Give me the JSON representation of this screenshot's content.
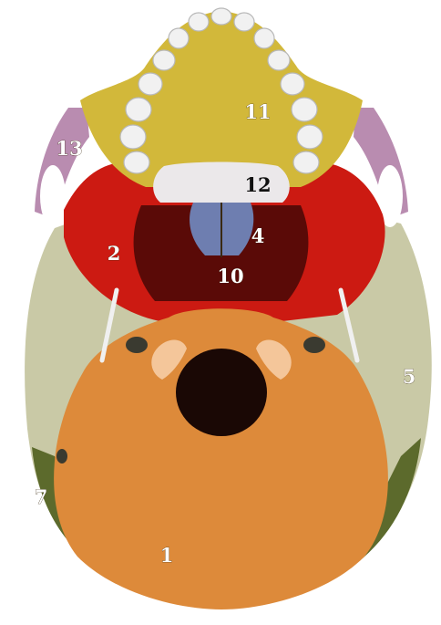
{
  "figure": {
    "subject": "Inferior view of the skull (base of skull) with colour-coded bones",
    "colors": {
      "occipital": "#dd8a3a",
      "temporal": "#c9c9a6",
      "sphenoid": "#cc1a12",
      "maxilla_palatine": "#d2b83a",
      "zygomatic": "#b98cb0",
      "vomer": "#6e7eb0",
      "palatine_strip": "#ebe8ea",
      "parietal": "#5c6a2c",
      "teeth": "#f1f1f1",
      "foramen": "#1a0805"
    },
    "labels": [
      {
        "id": "1",
        "text": "1"
      },
      {
        "id": "2",
        "text": "2"
      },
      {
        "id": "4",
        "text": "4"
      },
      {
        "id": "5",
        "text": "5"
      },
      {
        "id": "7",
        "text": "7"
      },
      {
        "id": "10",
        "text": "10"
      },
      {
        "id": "11",
        "text": "11"
      },
      {
        "id": "12",
        "text": "12"
      },
      {
        "id": "13",
        "text": "13"
      }
    ]
  }
}
